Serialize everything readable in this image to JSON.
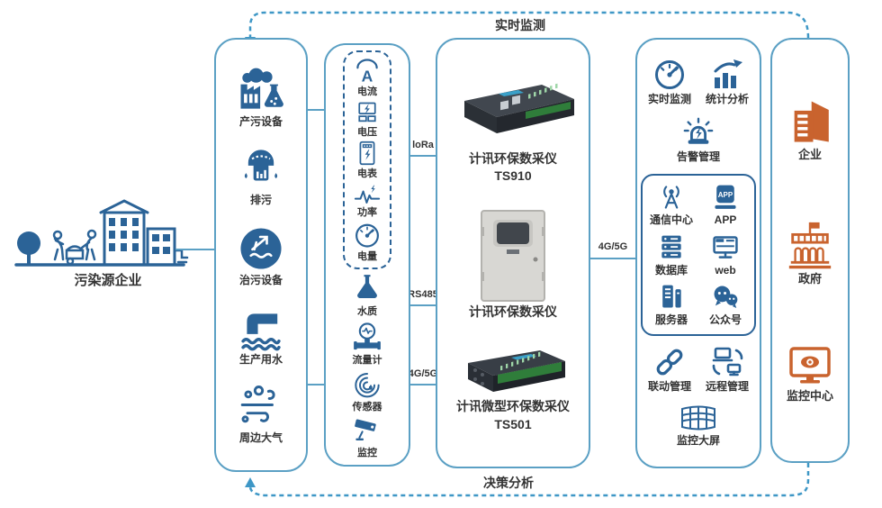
{
  "colors": {
    "accent_blue": "#2b6397",
    "border_blue": "#5ba0c4",
    "dash_blue": "#3e97c6",
    "accent_orange": "#c9632e",
    "text": "#333333"
  },
  "flows": {
    "top": {
      "label": "实时监测"
    },
    "bottom": {
      "label": "决策分析"
    }
  },
  "source": {
    "label": "污染源企业",
    "icon": "pollution-source-illustration"
  },
  "pollution_column": {
    "items": [
      {
        "label": "产污设备",
        "icon": "factory-flask-icon"
      },
      {
        "label": "排污",
        "icon": "discharge-pipe-icon"
      },
      {
        "label": "治污设备",
        "icon": "treatment-equipment-icon"
      },
      {
        "label": "生产用水",
        "icon": "production-water-icon"
      },
      {
        "label": "周边大气",
        "icon": "ambient-air-icon"
      }
    ]
  },
  "sensor_column": {
    "metering": [
      {
        "label": "电流",
        "icon": "current-icon",
        "icon_text": "A"
      },
      {
        "label": "电压",
        "icon": "voltage-icon"
      },
      {
        "label": "电表",
        "icon": "power-meter-icon"
      },
      {
        "label": "功率",
        "icon": "power-wave-icon"
      },
      {
        "label": "电量",
        "icon": "energy-gauge-icon"
      }
    ],
    "others": [
      {
        "label": "水质",
        "icon": "water-quality-icon"
      },
      {
        "label": "流量计",
        "icon": "flow-meter-icon"
      },
      {
        "label": "传感器",
        "icon": "sensor-icon"
      },
      {
        "label": "监控",
        "icon": "cctv-camera-icon"
      }
    ]
  },
  "links": {
    "left": [
      {
        "label": "loRa"
      },
      {
        "label": "RS485"
      },
      {
        "label": "4G/5G"
      }
    ],
    "right": {
      "label": "4G/5G"
    }
  },
  "device_column": {
    "devices": [
      {
        "title": "计讯环保数采仪",
        "model": "TS910",
        "icon": "ts910-gateway-image"
      },
      {
        "title": "计讯环保数采仪",
        "model": "",
        "icon": "cabinet-collector-image"
      },
      {
        "title": "计讯微型环保数采仪",
        "model": "TS501",
        "icon": "ts501-gateway-image"
      }
    ]
  },
  "platform_column": {
    "top_items": [
      {
        "label": "实时监测",
        "icon": "realtime-gauge-icon"
      },
      {
        "label": "统计分析",
        "icon": "statistics-chart-icon"
      }
    ],
    "alarm": {
      "label": "告警管理",
      "icon": "alarm-icon"
    },
    "center_box": [
      {
        "label": "通信中心",
        "icon": "communication-antenna-icon"
      },
      {
        "label": "APP",
        "icon": "app-icon",
        "icon_text": "APP"
      },
      {
        "label": "数据库",
        "icon": "database-icon"
      },
      {
        "label": "web",
        "icon": "web-monitor-icon"
      },
      {
        "label": "服务器",
        "icon": "server-icon"
      },
      {
        "label": "公众号",
        "icon": "wechat-official-icon"
      }
    ],
    "bottom_items": [
      {
        "label": "联动管理",
        "icon": "linkage-chain-icon"
      },
      {
        "label": "远程管理",
        "icon": "remote-management-icon"
      }
    ],
    "screen": {
      "label": "监控大屏",
      "icon": "video-wall-icon"
    }
  },
  "user_column": {
    "items": [
      {
        "label": "企业",
        "icon": "enterprise-building-icon"
      },
      {
        "label": "政府",
        "icon": "government-building-icon"
      },
      {
        "label": "监控中心",
        "icon": "monitoring-center-icon"
      }
    ]
  }
}
